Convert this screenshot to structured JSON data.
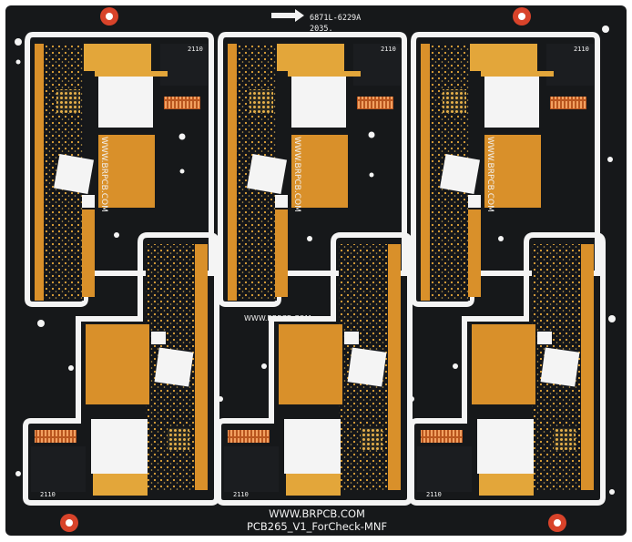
{
  "board": {
    "part_number": "6871L-6229A",
    "date_code": "2035.",
    "center_watermark": "WWW.BRPCB.COM",
    "footer_url": "WWW.BRPCB.COM",
    "footer_name": "PCB265_V1_ForCheck-MNF",
    "vertical_watermark": "WWW.BRPCB.COM",
    "corner_code": "2110",
    "colors": {
      "solder_mask": "#16181a",
      "copper_gold": "#e3a63a",
      "polyimide": "#d9902a",
      "connector_orange": "#e06a2a",
      "fiducial_red": "#d8432a",
      "routed_slot": "#f4f4f4",
      "silkscreen": "#f2f2f2"
    }
  }
}
